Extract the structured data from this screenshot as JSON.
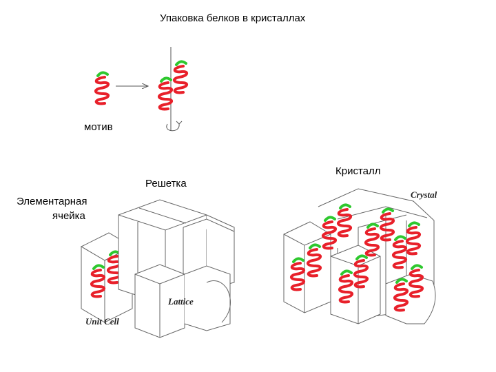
{
  "title": "Упаковка белков в кристаллах",
  "labels": {
    "motif": "мотив",
    "lattice": "Решетка",
    "unit_cell": "Элементарная\nячейка",
    "unit_cell_line1": "Элементарная",
    "unit_cell_line2": "ячейка",
    "crystal": "Кристалл"
  },
  "figure_labels": {
    "unit_cell": "Unit Cell",
    "lattice": "Lattice",
    "crystal": "Crystal"
  },
  "colors": {
    "helix": "#e8202a",
    "turn": "#2ec82e",
    "line": "#555555"
  }
}
